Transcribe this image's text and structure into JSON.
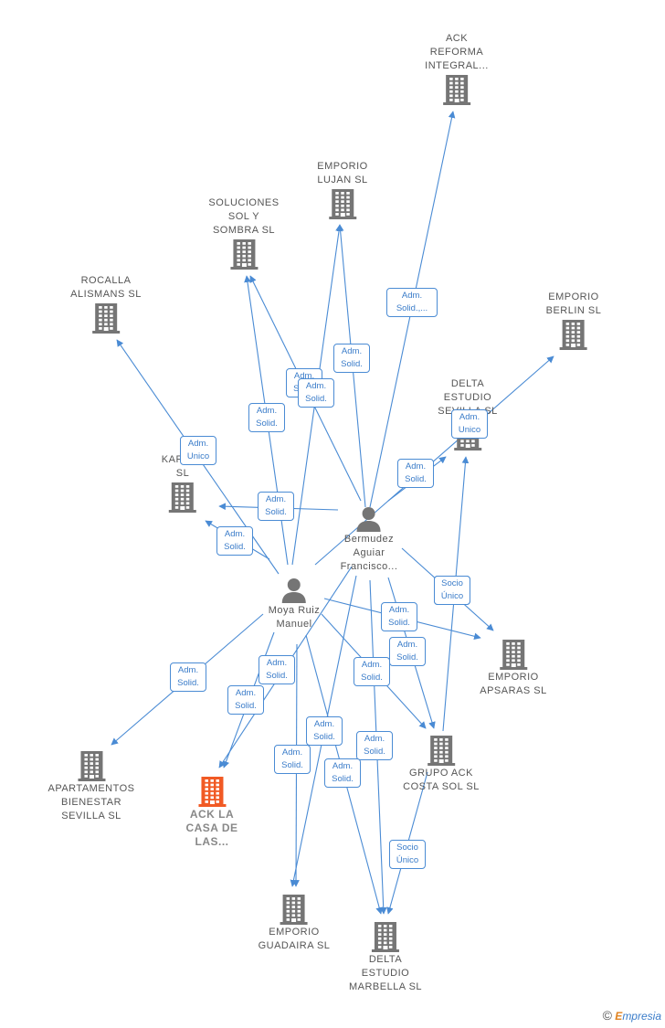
{
  "colors": {
    "edge": "#4a8bd4",
    "company_icon": "#757575",
    "company_highlight_icon": "#f15a24",
    "person_icon": "#757575",
    "brand_e": "#e0821e"
  },
  "nodes": {
    "ack_reforma": {
      "label": [
        "ACK",
        "REFORMA",
        "INTEGRAL..."
      ],
      "kind": "company"
    },
    "emporio_lujan": {
      "label": [
        "EMPORIO",
        "LUJAN  SL"
      ],
      "kind": "company"
    },
    "soluciones": {
      "label": [
        "SOLUCIONES",
        "SOL Y",
        "SOMBRA  SL"
      ],
      "kind": "company"
    },
    "rocalla": {
      "label": [
        "ROCALLA",
        "ALISMANS  SL"
      ],
      "kind": "company"
    },
    "emporio_berlin": {
      "label": [
        "EMPORIO",
        "BERLIN  SL"
      ],
      "kind": "company"
    },
    "delta_sevilla": {
      "label": [
        "DELTA",
        "ESTUDIO",
        "SEVILLA  SL"
      ],
      "kind": "company"
    },
    "kapcel": {
      "label": [
        "KAPCEL",
        "SL"
      ],
      "kind": "company"
    },
    "emporio_apsaras": {
      "label": [
        "EMPORIO",
        "APSARAS SL"
      ],
      "kind": "company"
    },
    "grupo_ack": {
      "label": [
        "GRUPO ACK",
        "COSTA SOL  SL"
      ],
      "kind": "company"
    },
    "apartamentos": {
      "label": [
        "APARTAMENTOS",
        "BIENESTAR",
        "SEVILLA  SL"
      ],
      "kind": "company"
    },
    "ack_casa": {
      "label": [
        "ACK LA",
        "CASA DE",
        "LAS..."
      ],
      "kind": "company-highlight"
    },
    "emporio_guadaira": {
      "label": [
        "EMPORIO",
        "GUADAIRA SL"
      ],
      "kind": "company"
    },
    "delta_marbella": {
      "label": [
        "DELTA",
        "ESTUDIO",
        "MARBELLA  SL"
      ],
      "kind": "company"
    },
    "bermudez": {
      "label": [
        "Bermudez",
        "Aguiar",
        "Francisco..."
      ],
      "kind": "person"
    },
    "moya": {
      "label": [
        "Moya Ruiz",
        "Manuel"
      ],
      "kind": "person"
    }
  },
  "edges": [
    {
      "from": "bermudez",
      "to": "ack_reforma",
      "role": [
        "Adm.",
        "Solid.,..."
      ]
    },
    {
      "from": "bermudez",
      "to": "emporio_lujan",
      "role": [
        "Adm.",
        "Solid."
      ]
    },
    {
      "from": "bermudez",
      "to": "soluciones",
      "role": [
        "Adm.",
        "Solid."
      ]
    },
    {
      "from": "bermudez",
      "to": "kapcel",
      "role": [
        "Adm.",
        "Solid."
      ]
    },
    {
      "from": "bermudez",
      "to": "delta_sevilla",
      "role": [
        "Adm.",
        "Solid."
      ]
    },
    {
      "from": "bermudez",
      "to": "emporio_apsaras",
      "role": [
        "Socio",
        "Único"
      ]
    },
    {
      "from": "bermudez",
      "to": "grupo_ack",
      "role": [
        "Adm.",
        "Solid."
      ]
    },
    {
      "from": "bermudez",
      "to": "delta_marbella",
      "role": [
        "Adm.",
        "Solid."
      ]
    },
    {
      "from": "bermudez",
      "to": "emporio_guadaira",
      "role": [
        "Adm.",
        "Solid."
      ]
    },
    {
      "from": "bermudez",
      "to": "ack_casa",
      "role": [
        "Adm.",
        "Solid."
      ]
    },
    {
      "from": "moya",
      "to": "rocalla",
      "role": [
        "Adm.",
        "Unico"
      ]
    },
    {
      "from": "moya",
      "to": "soluciones",
      "role": [
        "Adm.",
        "Solid."
      ]
    },
    {
      "from": "moya",
      "to": "emporio_lujan",
      "role": [
        "Adm.",
        "Solid."
      ]
    },
    {
      "from": "moya",
      "to": "kapcel",
      "role": [
        "Adm.",
        "Solid."
      ]
    },
    {
      "from": "moya",
      "to": "emporio_berlin",
      "role": [
        "Adm.",
        "Unico"
      ]
    },
    {
      "from": "moya",
      "to": "emporio_apsaras",
      "role": [
        "Adm.",
        "Solid."
      ]
    },
    {
      "from": "moya",
      "to": "grupo_ack",
      "role": [
        "Adm.",
        "Solid."
      ]
    },
    {
      "from": "moya",
      "to": "apartamentos",
      "role": [
        "Adm.",
        "Solid."
      ]
    },
    {
      "from": "moya",
      "to": "ack_casa",
      "role": [
        "Adm.",
        "Solid."
      ]
    },
    {
      "from": "moya",
      "to": "emporio_guadaira",
      "role": [
        "Adm.",
        "Solid."
      ]
    },
    {
      "from": "moya",
      "to": "delta_marbella",
      "role": [
        "Adm.",
        "Solid."
      ]
    },
    {
      "from": "grupo_ack",
      "to": "delta_sevilla",
      "role": [
        "Socio",
        "Único"
      ]
    },
    {
      "from": "grupo_ack",
      "to": "delta_marbella",
      "role": [
        "Socio",
        "Único"
      ]
    }
  ],
  "footer": {
    "copyright": "©",
    "brand_e": "E",
    "brand_rest": "mpresia"
  }
}
